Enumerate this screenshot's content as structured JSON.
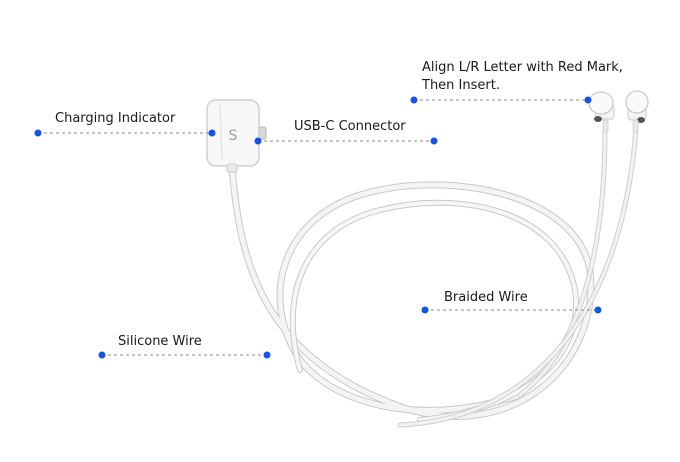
{
  "callouts": {
    "charging_indicator": "Charging Indicator",
    "usb_c_connector": "USB-C Connector",
    "align_line1": "Align L/R Letter with Red Mark,",
    "align_line2": "Then Insert.",
    "braided_wire": "Braided Wire",
    "silicone_wire": "Silicone Wire"
  },
  "colors": {
    "dot": "#1354e6",
    "leader": "#8a8a8a",
    "cable": "#e7e7e7",
    "cable_edge": "#c9c9c9",
    "indicator_mark": "#c62828"
  }
}
